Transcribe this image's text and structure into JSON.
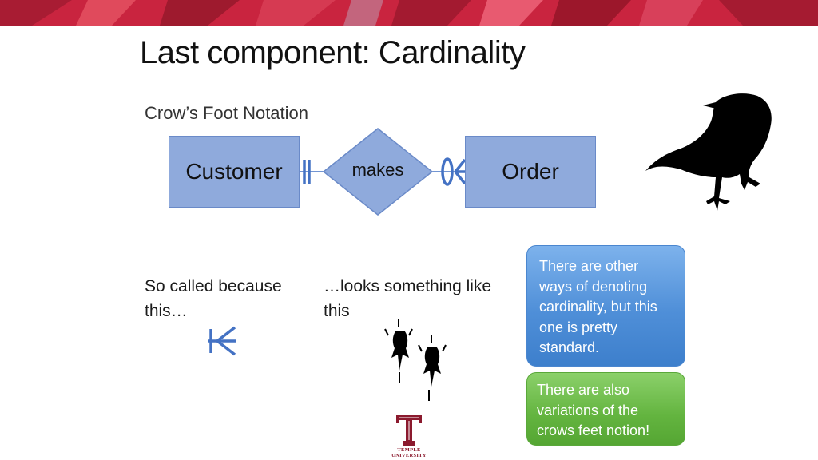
{
  "title": "Last component: Cardinality",
  "subtitle": "Crow’s Foot Notation",
  "diagram": {
    "entity_left": "Customer",
    "relationship": "makes",
    "entity_right": "Order"
  },
  "caption_left": [
    "So called because",
    "this…"
  ],
  "caption_middle": [
    "…looks something like",
    "this"
  ],
  "callout_blue": [
    "There are other",
    "ways of denoting",
    "cardinality, but this",
    "one is pretty",
    "standard."
  ],
  "callout_green": [
    "There are also",
    "variations of the",
    "crows feet notion!"
  ],
  "logo": "TEMPLE UNIVERSITY",
  "colors": {
    "banner": "#c9243f",
    "entity_fill": "#8faadc",
    "notation_stroke": "#4472c4",
    "callout_blue": "#5b9bd5",
    "callout_green": "#70ad47",
    "logo": "#8b1a2e"
  },
  "icons": [
    "crow-silhouette",
    "bird-footprints",
    "crows-foot-symbol",
    "temple-t-logo"
  ]
}
